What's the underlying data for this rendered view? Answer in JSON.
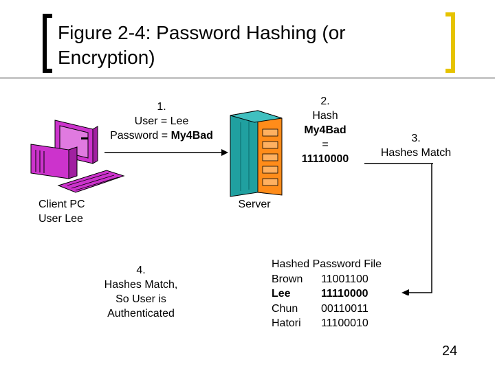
{
  "title": "Figure 2-4: Password Hashing (or Encryption)",
  "step1": {
    "num": "1.",
    "user_line": "User = Lee",
    "pw_prefix": "Password = ",
    "pw_value": "My4Bad"
  },
  "step2": {
    "num": "2.",
    "word": "Hash",
    "value": "My4Bad",
    "eq": "=",
    "hash": "11110000"
  },
  "step3": {
    "num": "3.",
    "text": "Hashes Match"
  },
  "step4": {
    "num": "4.",
    "line1": "Hashes Match,",
    "line2": "So User is",
    "line3": "Authenticated"
  },
  "client": {
    "line1": "Client PC",
    "line2": "User Lee"
  },
  "server": {
    "label": "Server"
  },
  "pwfile": {
    "header": "Hashed Password File",
    "rows": [
      {
        "name": "Brown",
        "hash": "11001100",
        "bold": false
      },
      {
        "name": "Lee",
        "hash": "11110000",
        "bold": true
      },
      {
        "name": "Chun",
        "hash": "00110011",
        "bold": false
      },
      {
        "name": "Hatori",
        "hash": "11100010",
        "bold": false
      }
    ]
  },
  "page_number": "24",
  "colors": {
    "accent_bracket": "#e6c300",
    "client_pc": "#cc33cc",
    "server": "#20a0a0",
    "server_panel": "#ff8c1a"
  },
  "icons": {
    "client": "desktop-computer-icon",
    "server": "server-tower-icon"
  }
}
